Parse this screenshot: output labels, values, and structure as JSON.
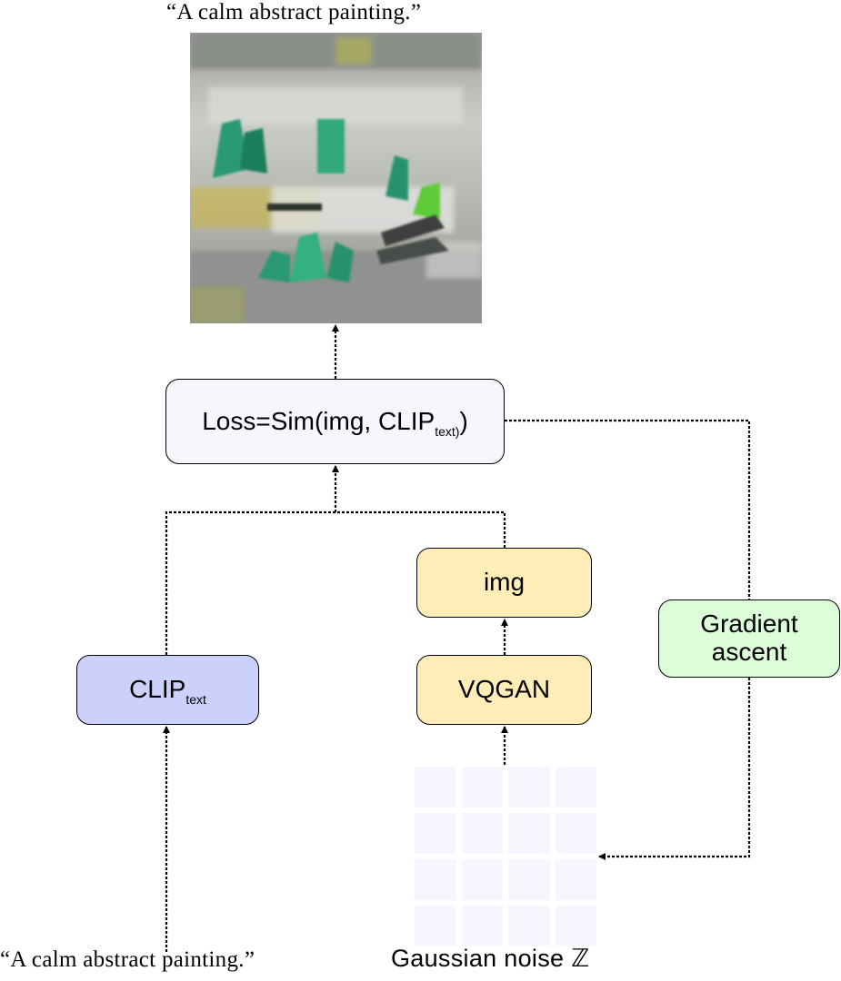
{
  "prompt_top": "“A calm abstract painting.”",
  "prompt_bottom": "“A calm abstract painting.”",
  "loss": {
    "main": "Loss=Sim(img, CLIP",
    "sub": "text)",
    "tail": ")"
  },
  "img_label": "img",
  "vqgan_label": "VQGAN",
  "clip": {
    "main": "CLIP",
    "sub": "text"
  },
  "gradient_label": "Gradient ascent",
  "noise_label": "Gaussian noise ℤ",
  "colors": {
    "loss_fill": "#f8f5fd",
    "img_fill": "#feedb6",
    "vqgan_fill": "#feedb6",
    "clip_fill": "#cbd1fb",
    "gradient_fill": "#dbfdd8",
    "noise_cell": "#f7f5fd"
  }
}
